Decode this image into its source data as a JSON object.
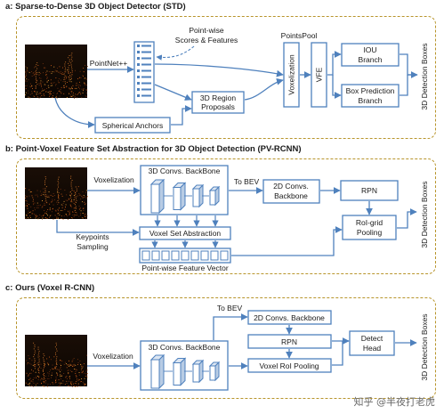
{
  "section_a": {
    "title": "a:  Sparse-to-Dense 3D Object Detector (STD)",
    "pointnet": "PointNet++",
    "scores_line1": "Point-wise",
    "scores_line2": "Scores & Features",
    "spherical_anchors": "Spherical Anchors",
    "region_line1": "3D Region",
    "region_line2": "Proposals",
    "pointspool": "PointsPool",
    "voxelization": "Voxelization",
    "vfe": "VFE",
    "iou_line1": "IOU",
    "iou_line2": "Branch",
    "boxpred_line1": "Box Prediction",
    "boxpred_line2": "Branch",
    "detection_boxes": "3D Detection Boxes"
  },
  "section_b": {
    "title": "b:  Point-Voxel Feature Set Abstraction for 3D Object Detection (PV-RCNN)",
    "voxelization": "Voxelization",
    "backbone3d": "3D Convs. BackBone",
    "to_bev": "To BEV",
    "backbone2d_line1": "2D Convs.",
    "backbone2d_line2": "Backbone",
    "rpn": "RPN",
    "voxel_set_abstraction": "Voxel Set Abstraction",
    "keypoints_line1": "Keypoints",
    "keypoints_line2": "Sampling",
    "roigrid_line1": "RoI-grid",
    "roigrid_line2": "Pooling",
    "pointwise_vector": "Point-wise Feature Vector",
    "detection_boxes": "3D Detection Boxes"
  },
  "section_c": {
    "title": "c:  Ours (Voxel R-CNN)",
    "voxelization": "Voxelization",
    "backbone3d": "3D Convs. BackBone",
    "to_bev": "To BEV",
    "backbone2d": "2D Convs. Backbone",
    "rpn": "RPN",
    "voxel_roi_pooling": "Voxel RoI Pooling",
    "detect_line1": "Detect",
    "detect_line2": "Head",
    "detection_boxes": "3D Detection Boxes"
  },
  "watermark": "知乎 @半夜打老虎",
  "colors": {
    "box_fill": "#ffffff",
    "box_stroke": "#4f81bd",
    "arrow": "#4f81bd",
    "frame": "#b8952c",
    "cube_face": "#dce6f2",
    "point_cloud": "#e07020"
  }
}
